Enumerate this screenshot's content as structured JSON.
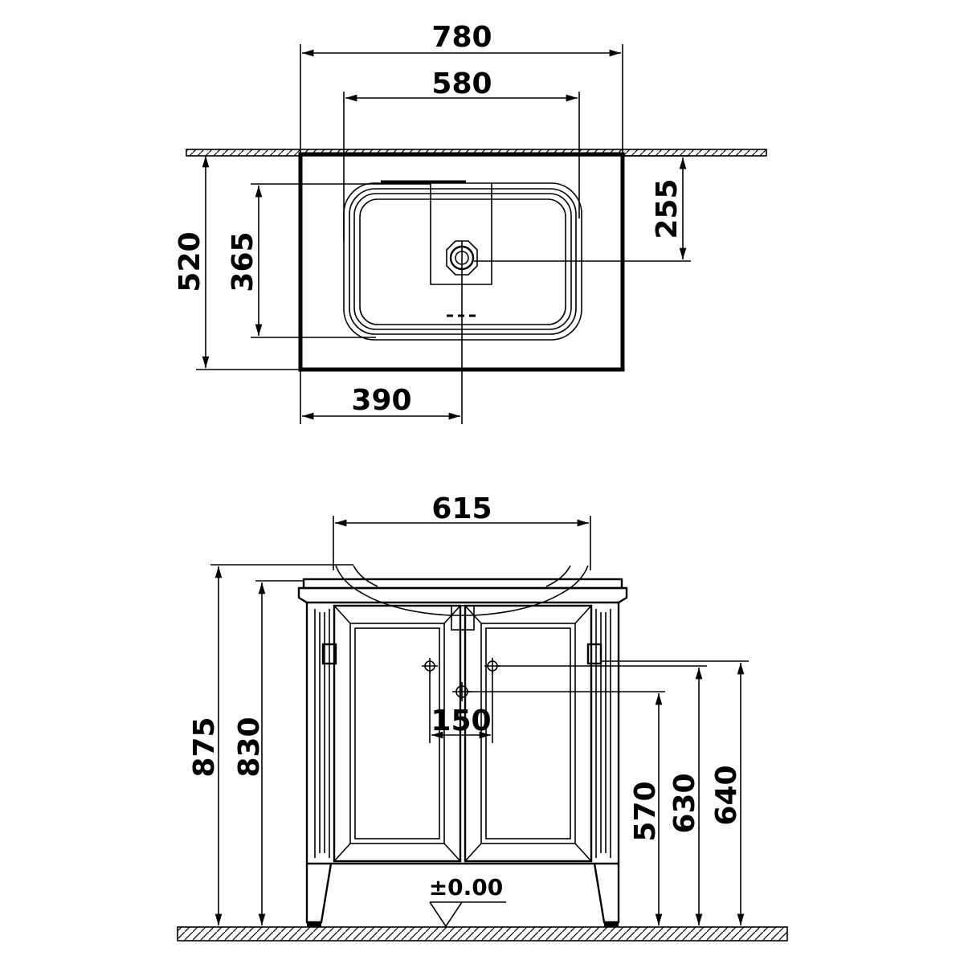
{
  "top_view": {
    "dim_overall_width": "780",
    "dim_basin_width": "580",
    "dim_overall_depth": "520",
    "dim_basin_depth": "365",
    "dim_drain_from_wall": "255",
    "dim_drain_from_side": "390"
  },
  "front_view": {
    "dim_basin_top_width": "615",
    "dim_total_height": "875",
    "dim_counter_height": "830",
    "dim_pipe_spacing": "150",
    "dim_drain_height": "570",
    "dim_supply_height": "630",
    "dim_bracket_height": "640",
    "floor_level": "±0.00"
  }
}
